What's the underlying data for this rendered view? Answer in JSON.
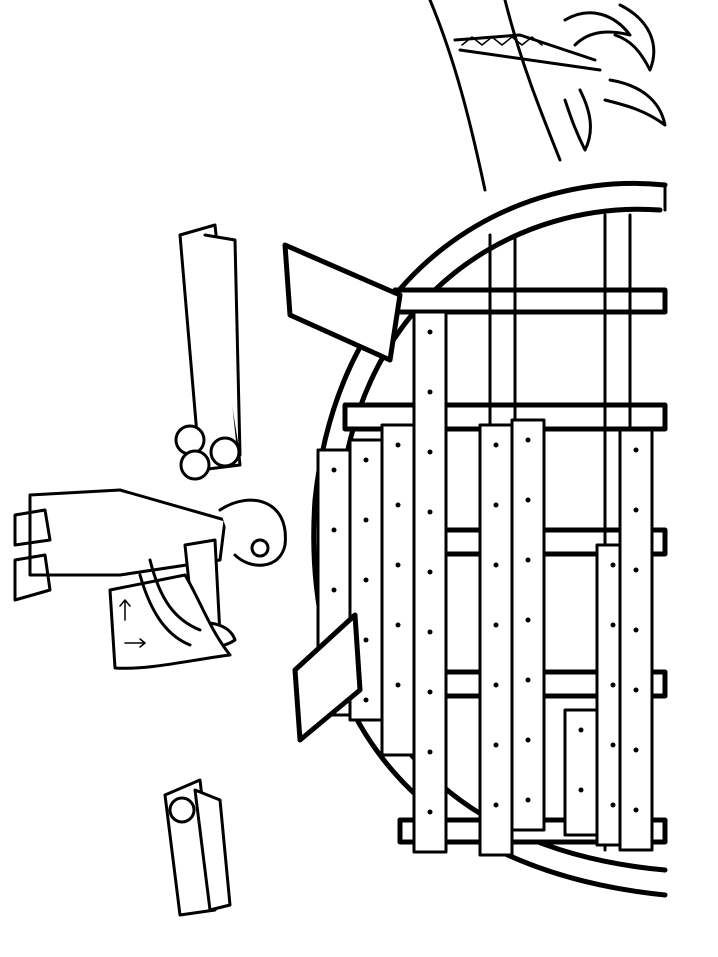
{
  "colors": {
    "line": "#000000",
    "background": "#ffffff"
  },
  "scene": {
    "elements": [
      "ark-hull",
      "ark-ribs",
      "ark-planks",
      "palm-tree",
      "builder-figure",
      "building-plan",
      "log-pile",
      "cut-logs",
      "ramp-planks"
    ]
  }
}
